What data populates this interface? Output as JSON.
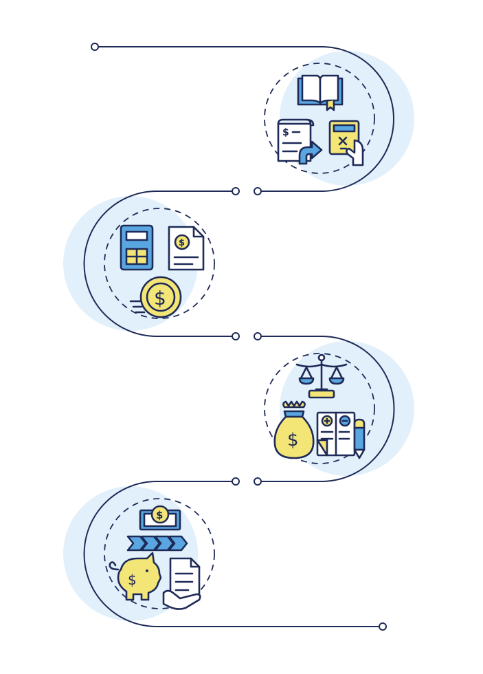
{
  "diagram": {
    "kind": "vertical-timeline",
    "step_count": 4,
    "colors": {
      "line": "#1e2a57",
      "circle_fill": "#e1f0fa",
      "icon_stroke": "#1e2a57",
      "yellow": "#f4e577",
      "blue": "#5aa6e0",
      "white": "#ffffff"
    },
    "steps": [
      {
        "side": "right",
        "icons": [
          "open-book-icon",
          "receipt-icon",
          "forward-arrow-icon",
          "calculator-in-hand-icon"
        ]
      },
      {
        "side": "left",
        "icons": [
          "calculator-icon",
          "dollar-document-icon",
          "dollar-coin-icon"
        ]
      },
      {
        "side": "right",
        "icons": [
          "balance-scale-icon",
          "money-bag-icon",
          "pros-cons-sheet-icon",
          "pencil-icon"
        ]
      },
      {
        "side": "left",
        "icons": [
          "banknote-icon",
          "chevron-arrows-icon",
          "piggy-bank-icon",
          "document-in-hand-icon"
        ]
      }
    ]
  }
}
